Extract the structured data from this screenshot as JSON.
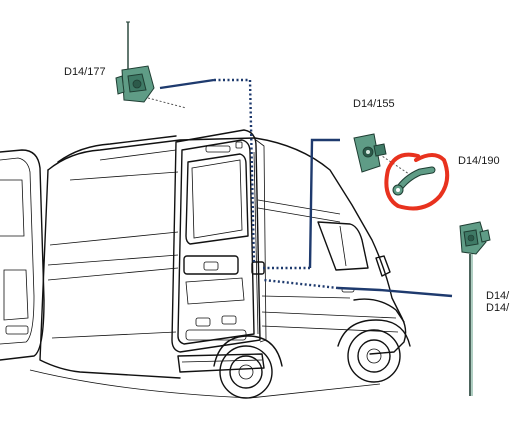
{
  "diagram": {
    "labels": {
      "part_177": "D14/177",
      "part_155": "D14/155",
      "part_190": "D14/190",
      "part_a": "D14/",
      "part_b": "D14/"
    },
    "colors": {
      "part_fill": "#5f9c86",
      "leader_line": "#1e3a6e",
      "highlight_mark": "#e8321e"
    },
    "icons": [
      "van-rear-door-illustration",
      "lock-actuator-icon",
      "hand-drawn-circle-mark"
    ]
  }
}
